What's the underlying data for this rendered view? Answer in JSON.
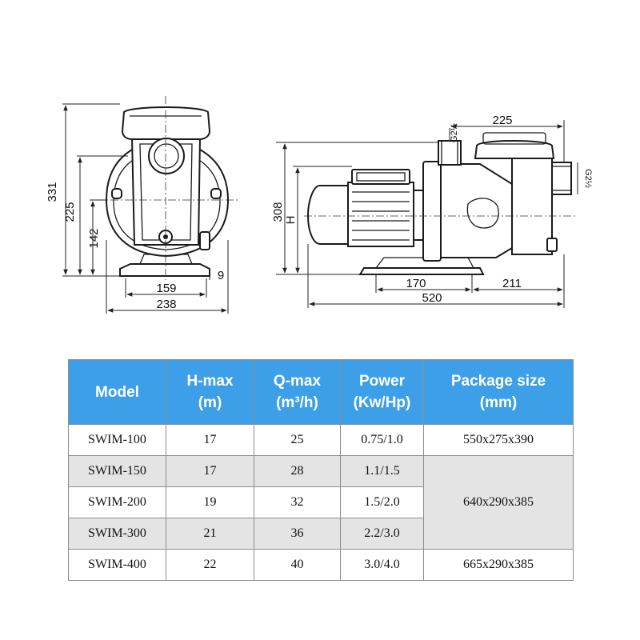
{
  "drawing": {
    "front_view": {
      "height_overall": "331",
      "height_outlet": "225",
      "height_shaft": "142",
      "base_offset": "9",
      "base_hole_spacing": "159",
      "width_overall": "238"
    },
    "side_view": {
      "height_overall": "308",
      "height_label": "H",
      "top_port_label": "G2½",
      "side_port_label": "G2½",
      "top_length": "225",
      "base_left": "170",
      "base_right": "211",
      "length_overall": "520"
    }
  },
  "table": {
    "headers": [
      {
        "line1": "Model",
        "line2": ""
      },
      {
        "line1": "H-max",
        "line2": "(m)"
      },
      {
        "line1": "Q-max",
        "line2": "(m³/h)"
      },
      {
        "line1": "Power",
        "line2": "(Kw/Hp)"
      },
      {
        "line1": "Package size",
        "line2": "(mm)"
      }
    ],
    "rows": [
      {
        "model": "SWIM-100",
        "hmax": "17",
        "qmax": "25",
        "power": "0.75/1.0"
      },
      {
        "model": "SWIM-150",
        "hmax": "17",
        "qmax": "28",
        "power": "1.1/1.5"
      },
      {
        "model": "SWIM-200",
        "hmax": "19",
        "qmax": "32",
        "power": "1.5/2.0"
      },
      {
        "model": "SWIM-300",
        "hmax": "21",
        "qmax": "36",
        "power": "2.2/3.0"
      },
      {
        "model": "SWIM-400",
        "hmax": "22",
        "qmax": "40",
        "power": "3.0/4.0"
      }
    ],
    "package_sizes": [
      "550x275x390",
      "640x290x385",
      "665x290x385"
    ]
  },
  "colors": {
    "header_bg": "#3d9fe8",
    "header_text": "#ffffff",
    "shaded_row": "#e4e4e4",
    "border": "#8c8c8c"
  }
}
